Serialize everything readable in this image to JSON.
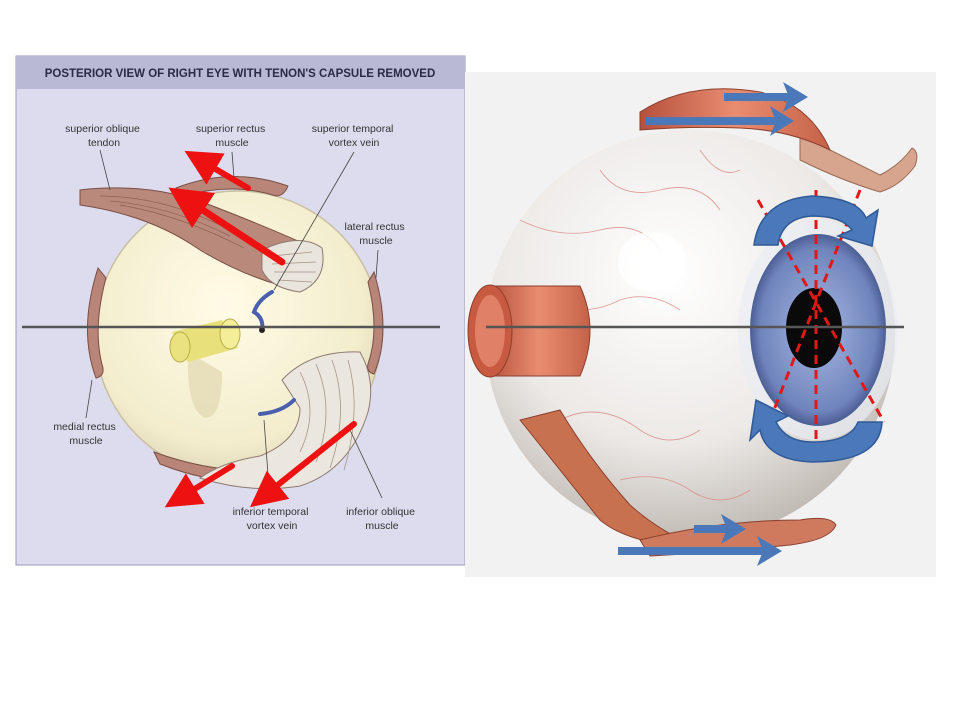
{
  "left_panel": {
    "heading": "POSTERIOR VIEW OF RIGHT EYE WITH TENON'S CAPSULE REMOVED",
    "labels": {
      "superior_oblique_tendon": [
        "superior oblique",
        "tendon"
      ],
      "superior_rectus_muscle": [
        "superior rectus",
        "muscle"
      ],
      "superior_temporal_vortex_vein": [
        "superior temporal",
        "vortex vein"
      ],
      "lateral_rectus_muscle": [
        "lateral rectus",
        "muscle"
      ],
      "medial_rectus_muscle": [
        "medial rectus",
        "muscle"
      ],
      "inferior_temporal_vortex_vein": [
        "inferior temporal",
        "vortex vein"
      ],
      "inferior_oblique_muscle": [
        "inferior oblique",
        "muscle"
      ]
    }
  },
  "colors": {
    "panel_bg": "#dcdcee",
    "header_bg": "#b9b9d6",
    "globe": "#f6f1d6",
    "muscle": "#b07a6c",
    "red_arrow": "#ee1111",
    "blue_arrow": "#4a78b8",
    "iris": "#7f93c6",
    "horizontal_line": "#555555"
  }
}
